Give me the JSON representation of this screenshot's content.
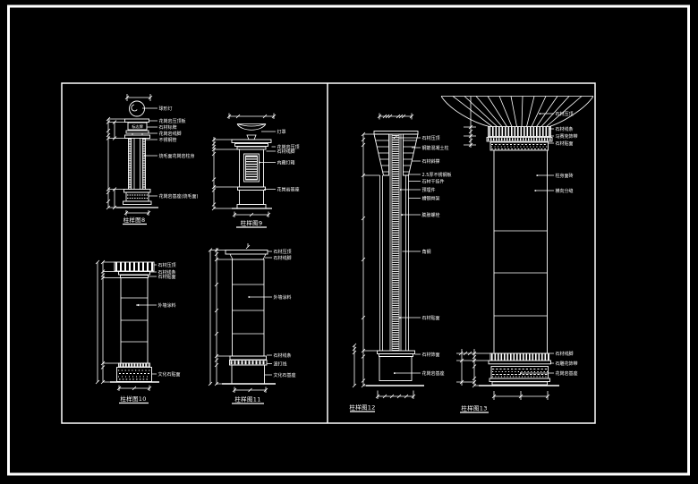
{
  "canvas": {
    "background": "#000000",
    "line_color": "#ffffff"
  },
  "sheet": {
    "drawings": [
      {
        "id": "column-detail-8",
        "title": "柱样图8",
        "sign_text": "标志牌",
        "labels": [
          "球形灯",
          "花岗岩压顶板",
          "石材标牌",
          "花岗岩线脚",
          "不锈钢管",
          "烧毛面花岗岩柱身",
          "花岗岩基座(烧毛面)"
        ]
      },
      {
        "id": "column-detail-9",
        "title": "柱样图9",
        "labels": [
          "灯罩",
          "花岗岩压顶",
          "石材线脚",
          "内藏灯箱",
          "花岗岩基座"
        ]
      },
      {
        "id": "column-detail-10",
        "title": "柱样图10",
        "labels": [
          "石材压顶",
          "石材线条",
          "石材贴面",
          "外墙涂料",
          "文化石贴面"
        ]
      },
      {
        "id": "column-detail-11",
        "title": "柱样图11",
        "labels": [
          "石材压顶",
          "石材线脚",
          "外墙涂料",
          "石材线条",
          "波打线",
          "文化石基座"
        ]
      },
      {
        "id": "column-detail-12",
        "title": "柱样图12",
        "labels": [
          "石材压顶",
          "钢筋混凝土柱",
          "石材斜撑",
          "2.5厚不锈钢板",
          "石材干挂件",
          "预埋件",
          "槽钢骨架",
          "膨胀螺栓",
          "角钢",
          "石材贴面",
          "石材饰面",
          "花岗岩基座"
        ]
      },
      {
        "id": "column-detail-13",
        "title": "柱样图13",
        "labels": [
          "石材压顶",
          "石材线条",
          "马赛克饰带",
          "石材贴面",
          "柱身面砖",
          "横向分缝",
          "石材线脚",
          "石雕花饰带",
          "花岗岩基座"
        ]
      }
    ]
  }
}
